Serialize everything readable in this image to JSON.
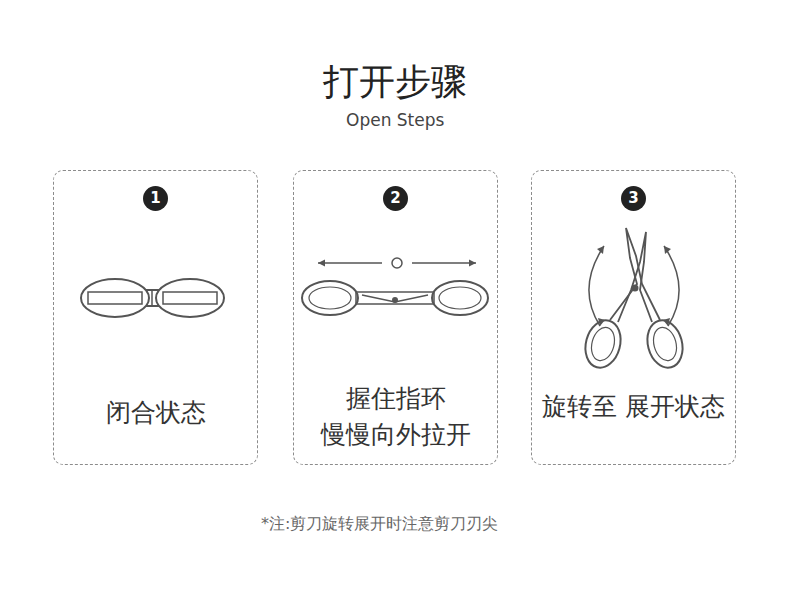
{
  "diagram": {
    "title": "打开步骤",
    "caption": "*注:剪刀旋转展开时注意剪刀刃尖",
    "nodes": [
      {
        "text": [
          "1",
          "闭合状态"
        ]
      },
      {
        "text": [
          "2",
          "握住指环 慢慢向外拉开"
        ]
      },
      {
        "text": [
          "3",
          "旋转至 展开状态"
        ]
      }
    ],
    "labels": [
      "Open Steps"
    ]
  }
}
